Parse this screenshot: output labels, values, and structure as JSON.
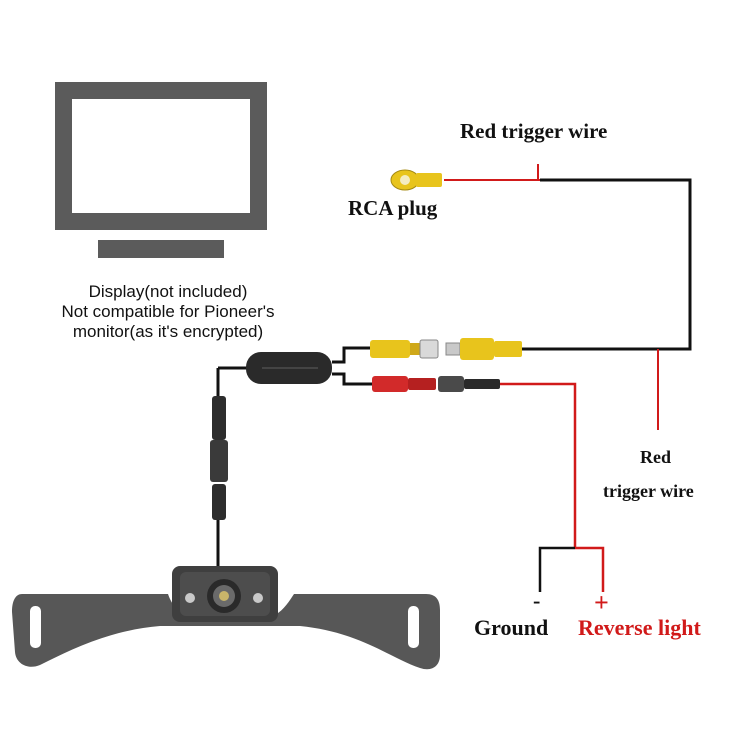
{
  "display": {
    "caption_line1": "Display(not included)",
    "caption_line2": "Not compatible for Pioneer's",
    "caption_line3": "monitor(as it's encrypted)"
  },
  "labels": {
    "red_trigger_wire_top": "Red trigger wire",
    "rca_plug": "RCA plug",
    "red_trigger_side_line1": "Red",
    "red_trigger_side_line2": "trigger wire",
    "ground_sign": "-",
    "reverse_sign": "+",
    "ground": "Ground",
    "reverse_light": "Reverse light"
  },
  "colors": {
    "wire_black": "#111111",
    "wire_red": "#d11a1a",
    "rca_yellow": "#e8c41c",
    "rca_red": "#d22a2a",
    "monitor_gray": "#5b5b5b",
    "camera_body": "#4a4a4a"
  }
}
